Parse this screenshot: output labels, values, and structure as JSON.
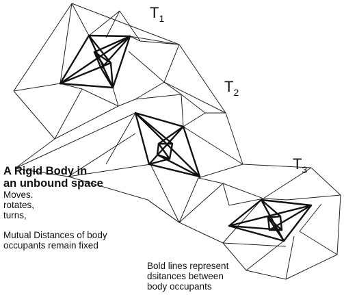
{
  "labels": {
    "t1": {
      "main": "T",
      "sub": "1"
    },
    "t2": {
      "main": "T",
      "sub": "2"
    },
    "t3": {
      "main": "T",
      "sub": "3"
    }
  },
  "caption": {
    "heading": [
      "A Rigid Body in",
      "an unbound space"
    ],
    "motion": [
      "Moves.",
      "rotates,",
      "turns,"
    ],
    "rule": [
      "Mutual Distances of body",
      "occupants remain fixed"
    ]
  },
  "note": [
    "Bold lines represent",
    "dsitances between",
    "body occupants"
  ],
  "colors": {
    "line": "#111111",
    "background": "#ffffff"
  }
}
